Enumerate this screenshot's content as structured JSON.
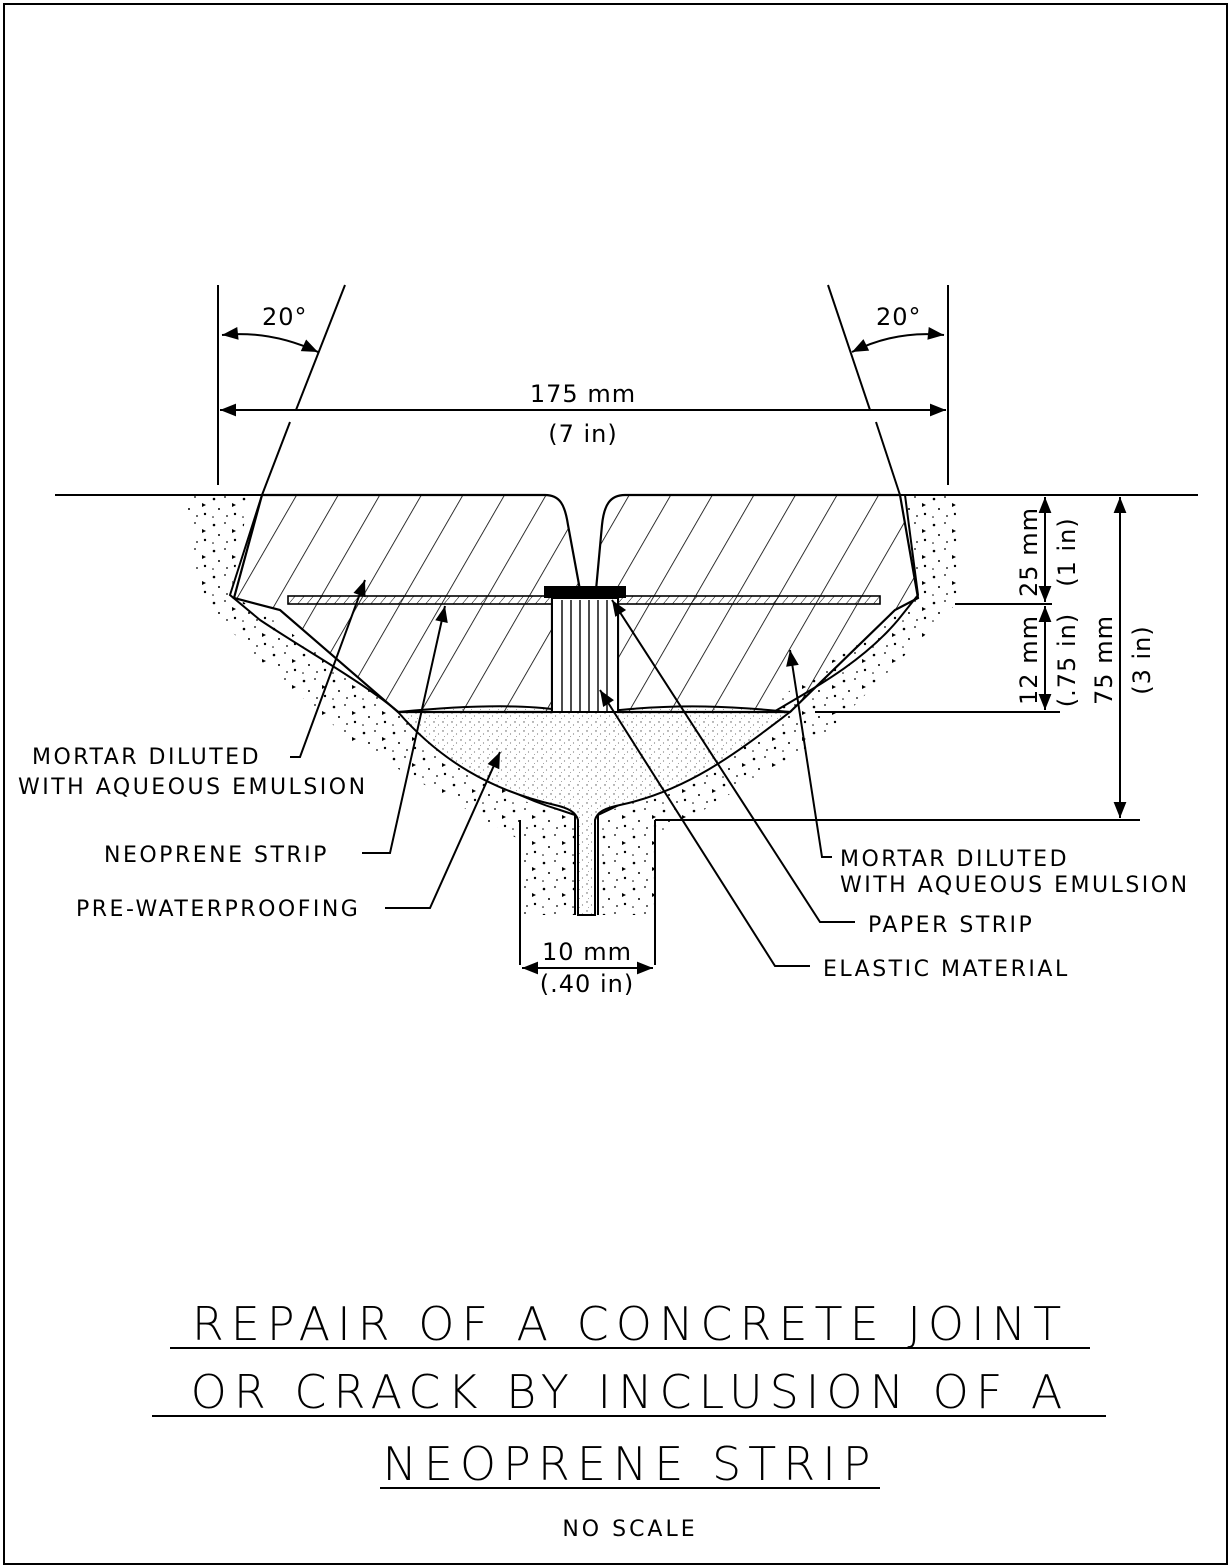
{
  "dimensions": {
    "angle_left": "20°",
    "angle_right": "20°",
    "width_mm": "175 mm",
    "width_in": "(7 in)",
    "top_mm": "25 mm",
    "top_in": "(1 in)",
    "mid_mm": "12 mm",
    "mid_in": "(.75 in)",
    "total_mm": "75 mm",
    "total_in": "(3 in)",
    "gap_mm": "10 mm",
    "gap_in": "(.40 in)"
  },
  "labels": {
    "mortar_left_line1": "MORTAR DILUTED",
    "mortar_left_line2": "WITH AQUEOUS EMULSION",
    "neoprene_strip": "NEOPRENE STRIP",
    "pre_waterproofing": "PRE-WATERPROOFING",
    "mortar_right_line1": "MORTAR DILUTED",
    "mortar_right_line2": "WITH AQUEOUS EMULSION",
    "paper_strip": "PAPER STRIP",
    "elastic_material": "ELASTIC MATERIAL"
  },
  "title": {
    "line1": "REPAIR OF A CONCRETE JOINT",
    "line2": "OR CRACK BY INCLUSION OF A",
    "line3": "NEOPRENE STRIP",
    "scale_note": "NO SCALE"
  },
  "colors": {
    "ink": "#000000",
    "paper": "#ffffff",
    "pre_waterproofing_fill": "#d9d9d9"
  }
}
